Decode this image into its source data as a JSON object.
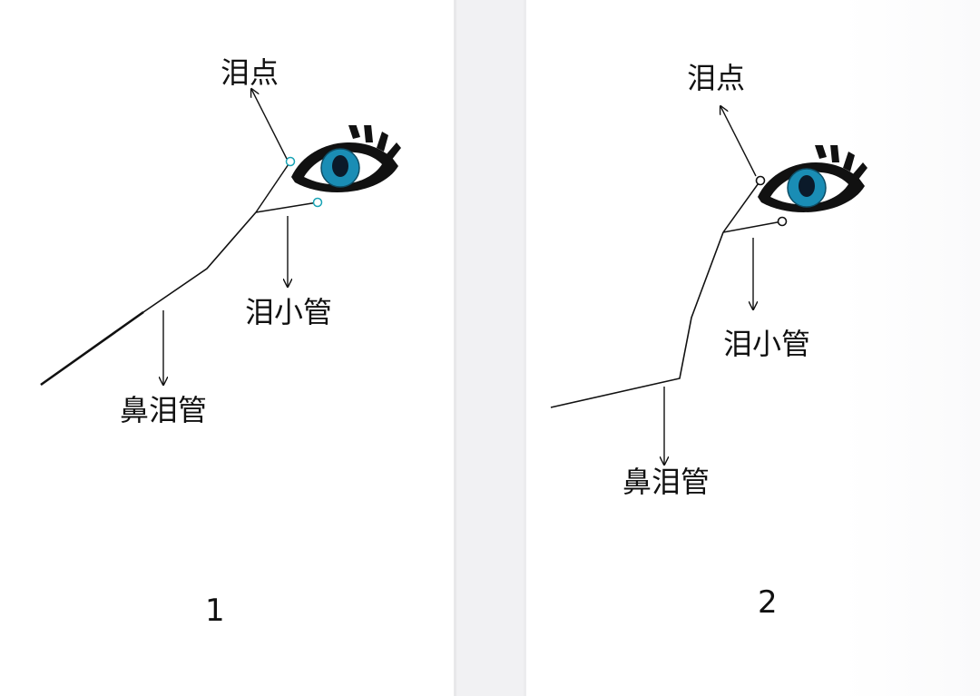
{
  "colors": {
    "line": "#111111",
    "iris": "#1a8db5",
    "pupil": "#0b1a2a",
    "lid": "#111111",
    "divider": "#f1f1f3",
    "punctum_open": "#18a3b5"
  },
  "icons": [
    "eye-icon",
    "arrow-icon"
  ],
  "panels": [
    {
      "number": "1",
      "labels": {
        "punctum": "泪点",
        "canaliculus": "泪小管",
        "nasolacrimal_duct": "鼻泪管"
      }
    },
    {
      "number": "2",
      "labels": {
        "punctum": "泪点",
        "canaliculus": "泪小管",
        "nasolacrimal_duct": "鼻泪管"
      }
    }
  ]
}
